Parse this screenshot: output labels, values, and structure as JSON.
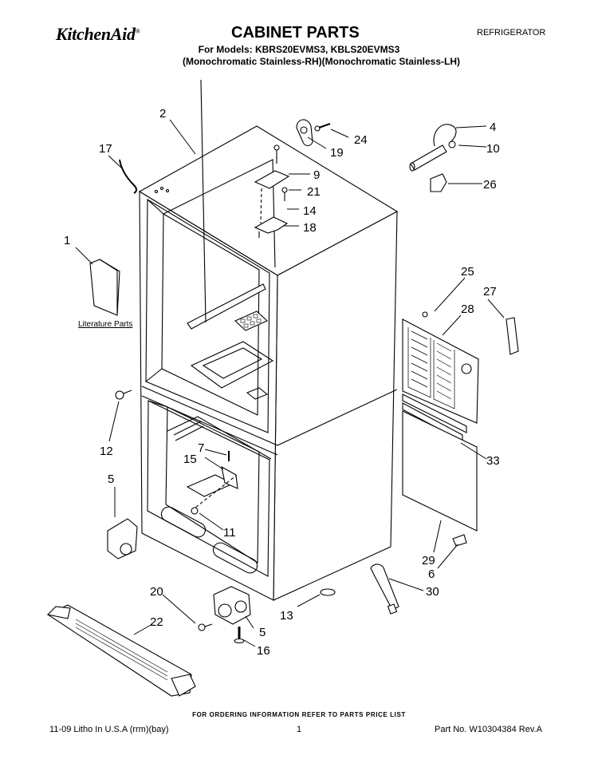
{
  "header": {
    "brand": "KitchenAid",
    "brand_mark": "®",
    "title": "CABINET PARTS",
    "category": "REFRIGERATOR",
    "models": "For Models: KBRS20EVMS3, KBLS20EVMS3",
    "variants": "(Monochromatic Stainless-RH)(Monochromatic Stainless-LH)"
  },
  "diagram": {
    "literature_label": "Literature Parts",
    "callouts": [
      "2",
      "17",
      "24",
      "19",
      "4",
      "10",
      "9",
      "21",
      "26",
      "14",
      "18",
      "1",
      "25",
      "27",
      "28",
      "12",
      "7",
      "15",
      "5",
      "33",
      "11",
      "29",
      "6",
      "20",
      "22",
      "30",
      "13",
      "5",
      "16"
    ]
  },
  "footer": {
    "order_info": "FOR ORDERING INFORMATION REFER TO PARTS PRICE LIST",
    "litho": "11-09 Litho In U.S.A (rrm)(bay)",
    "page": "1",
    "part_no": "Part No. W10304384 Rev.A"
  }
}
